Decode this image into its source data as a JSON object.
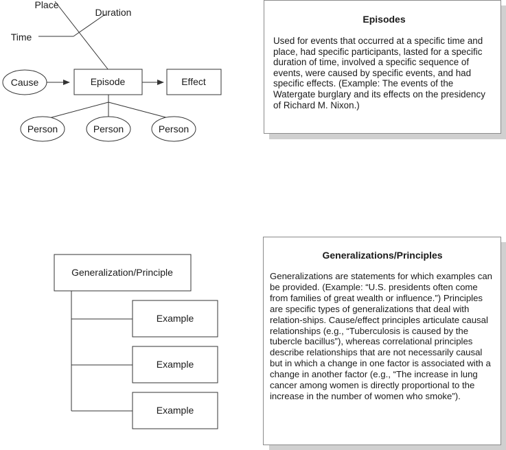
{
  "episode_diagram": {
    "place": "Place",
    "duration": "Duration",
    "time": "Time",
    "cause": "Cause",
    "episode": "Episode",
    "effect": "Effect",
    "persons": [
      "Person",
      "Person",
      "Person"
    ]
  },
  "episodes_card": {
    "title": "Episodes",
    "body": "Used for events that occurred at a specific time and place, had specific participants, lasted for a specific duration of time, involved a specific sequence of events, were caused by specific events, and had specific effects. (Example: The events of the Watergate burglary and its effects on the presidency of Richard M. Nixon.)"
  },
  "generalization_diagram": {
    "root": "Generalization/Principle",
    "examples": [
      "Example",
      "Example",
      "Example"
    ]
  },
  "generalizations_card": {
    "title": "Generalizations/Principles",
    "body": "Generalizations are statements for which examples can be provided. (Example: “U.S. presidents often come from families of great wealth or influence.”) Principles are specific types of generalizations that deal with relation-ships. Cause/effect principles articulate causal relationships (e.g., “Tuberculosis is caused by the tubercle bacillus”), whereas correlational principles describe relationships that are not necessarily causal but in which a change in one factor is associated with a change in another factor (e.g., “The increase in lung cancer among women is directly proportional to the increase in the number of women who smoke”)."
  }
}
